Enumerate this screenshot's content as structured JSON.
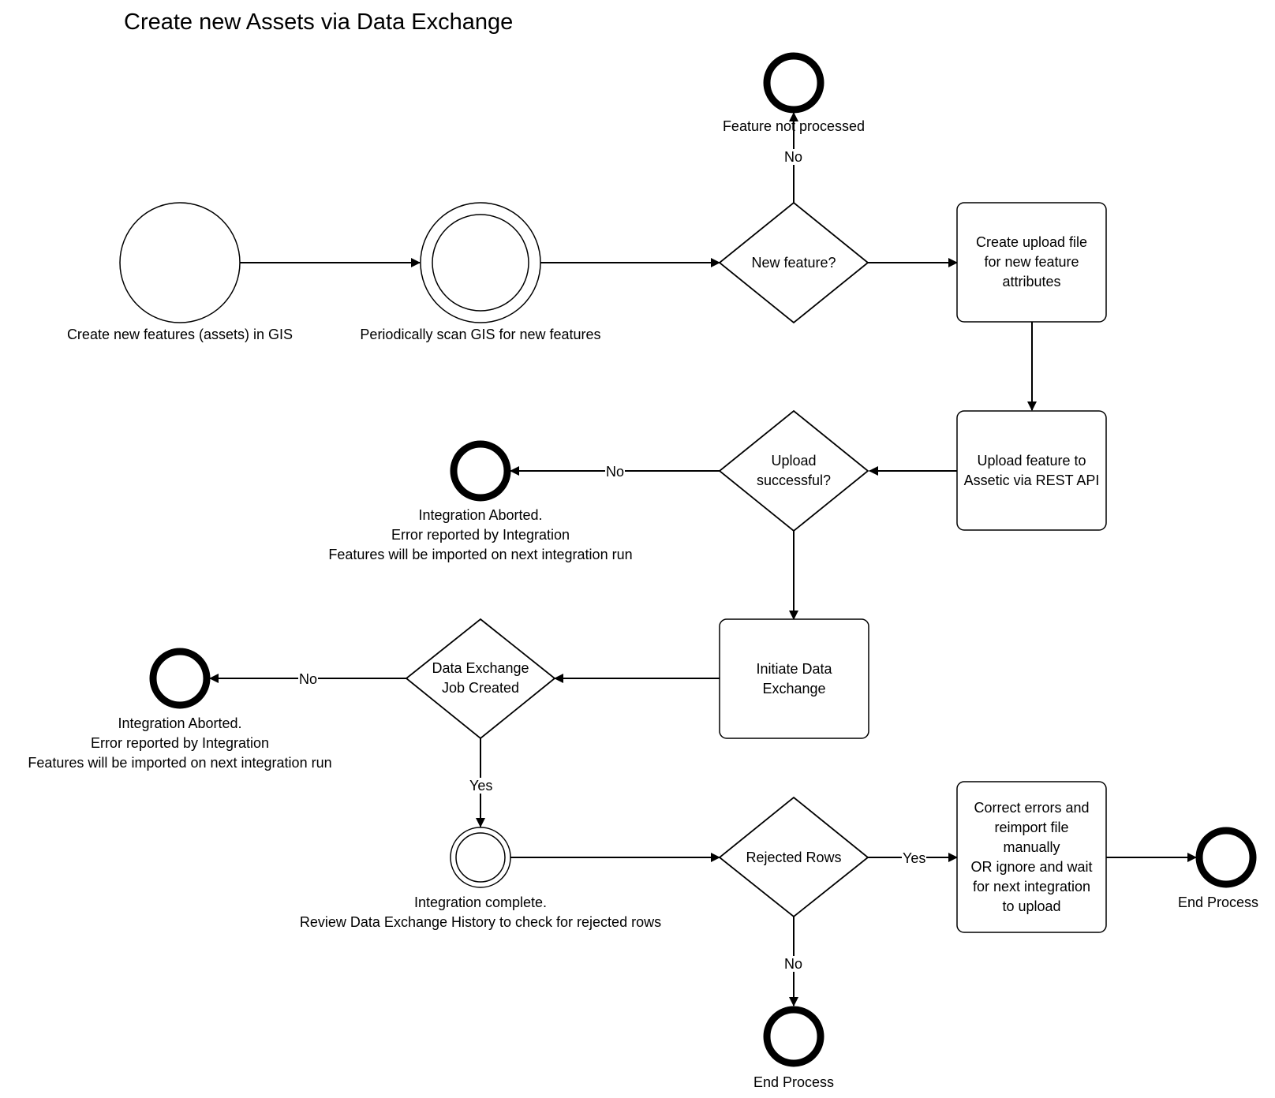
{
  "title": "Create new Assets via Data Exchange",
  "nodes": {
    "start_gis": "Create new features (assets) in GIS",
    "scan_gis": "Periodically scan GIS for new features",
    "not_processed": "Feature not processed",
    "new_feature": "New feature?",
    "create_upload": [
      "Create upload file",
      "for new feature",
      "attributes"
    ],
    "upload_feature": [
      "Upload feature to",
      "Assetic via REST API"
    ],
    "upload_success": [
      "Upload",
      "successful?"
    ],
    "abort1": [
      "Integration Aborted.",
      "Error reported by Integration",
      "Features will be imported on next integration run"
    ],
    "initiate": [
      "Initiate Data",
      "Exchange"
    ],
    "job_created": [
      "Data Exchange",
      "Job Created"
    ],
    "abort2": [
      "Integration Aborted.",
      "Error reported by Integration",
      "Features will be imported on next integration run"
    ],
    "complete": [
      "Integration complete.",
      "Review Data Exchange History to check for rejected rows"
    ],
    "rejected": "Rejected Rows",
    "correct": [
      "Correct errors and",
      "reimport file",
      "manually",
      "OR ignore and wait",
      "for next integration",
      "to upload"
    ],
    "end_right": "End Process",
    "end_bottom": "End Process"
  },
  "edges": {
    "no_not_processed": "No",
    "no_upload": "No",
    "no_job": "No",
    "yes_job": "Yes",
    "yes_rejected": "Yes",
    "no_rejected": "No"
  }
}
